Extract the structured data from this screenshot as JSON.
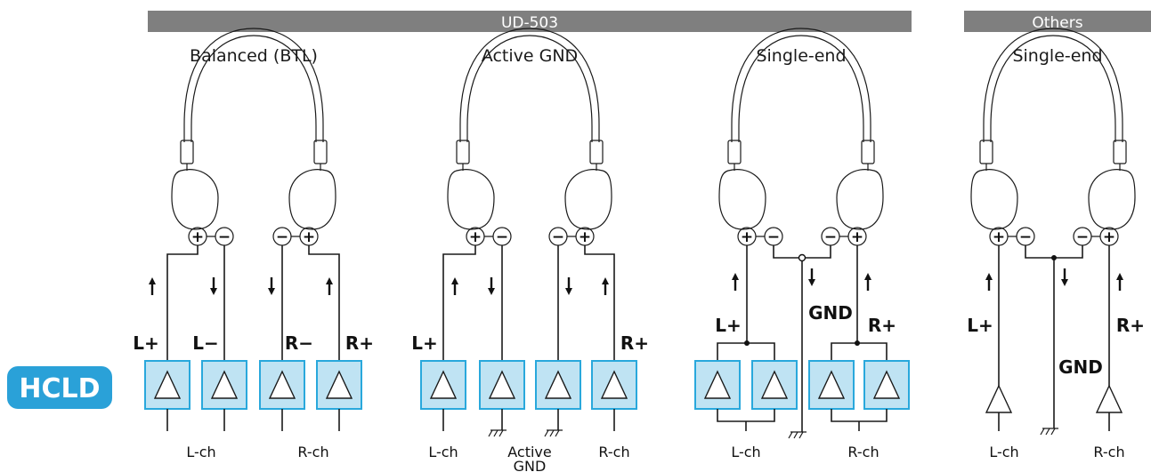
{
  "headers": {
    "ud503": "UD-503",
    "others": "Others"
  },
  "badge": "HCLD",
  "panels": [
    {
      "title": "Balanced (BTL)",
      "labels": [
        "L+",
        "L−",
        "R−",
        "R+"
      ],
      "channels": [
        "L-ch",
        "R-ch"
      ]
    },
    {
      "title": "Active GND",
      "labels": [
        "L+",
        "R+"
      ],
      "channels": [
        "L-ch",
        "R-ch"
      ],
      "center_label": [
        "Active",
        "GND"
      ]
    },
    {
      "title": "Single-end",
      "labels": [
        "L+",
        "GND",
        "R+"
      ],
      "channels": [
        "L-ch",
        "R-ch"
      ]
    },
    {
      "title": "Single-end",
      "labels": [
        "L+",
        "GND",
        "R+"
      ],
      "channels": [
        "L-ch",
        "R-ch"
      ]
    }
  ],
  "signs": {
    "plus": "+",
    "minus": "−"
  },
  "colors": {
    "header_bar": "#7f7f7f",
    "badge": "#2aa1d8",
    "amp_box_fill": "#bfe3f3",
    "amp_box_stroke": "#29a8dc"
  }
}
